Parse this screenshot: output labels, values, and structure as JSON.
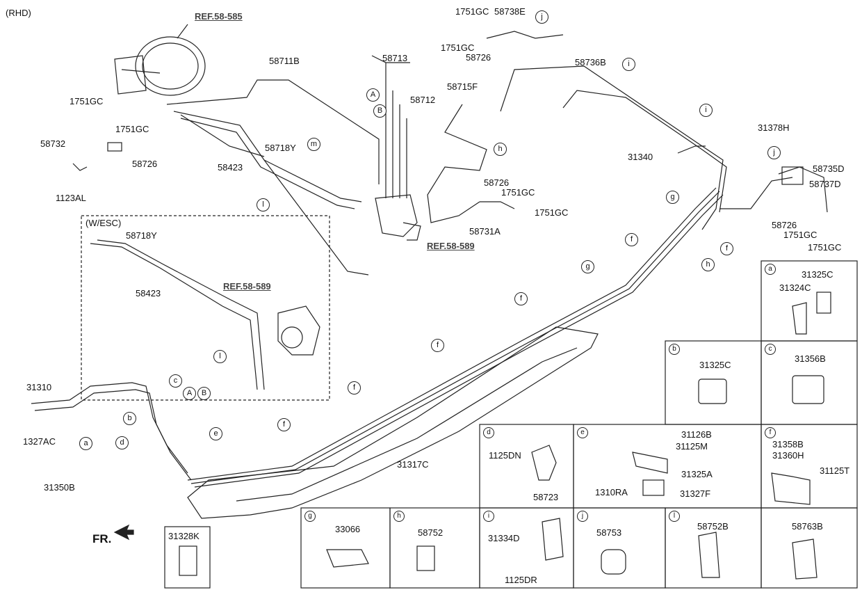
{
  "header": {
    "variant": "(RHD)"
  },
  "refs": {
    "booster": "REF.58-585",
    "abs_module": "REF.58-589",
    "abs_module_esc": "REF.58-589"
  },
  "esc_box_title": "(W/ESC)",
  "fr_label": "FR.",
  "part_labels": {
    "p1751GC_a": "1751GC",
    "p58738E": "58738E",
    "p1751GC_b": "1751GC",
    "p58726_a": "58726",
    "p58713": "58713",
    "p58712": "58712",
    "p58711B": "58711B",
    "p58715F": "58715F",
    "p58736B": "58736B",
    "p1751GC_c": "1751GC",
    "p1751GC_d": "1751GC",
    "p58732": "58732",
    "p58726_b": "58726",
    "p1123AL": "1123AL",
    "p58423": "58423",
    "p58718Y": "58718Y",
    "p58726_c": "58726",
    "p1751GC_e": "1751GC",
    "p1751GC_f": "1751GC",
    "p58731A": "58731A",
    "p31340": "31340",
    "p31378H": "31378H",
    "p58735D": "58735D",
    "p58737D": "58737D",
    "p58726_d": "58726",
    "p1751GC_g": "1751GC",
    "p1751GC_h": "1751GC",
    "p58718Y_esc": "58718Y",
    "p58423_esc": "58423",
    "p31310": "31310",
    "p1327AC": "1327AC",
    "p31350B": "31350B",
    "p31317C": "31317C"
  },
  "callouts": {
    "A1": "A",
    "B1": "B",
    "A2": "A",
    "B2": "B",
    "a": "a",
    "b": "b",
    "c": "c",
    "d": "d",
    "e": "e",
    "f1": "f",
    "f2": "f",
    "f3": "f",
    "f4": "f",
    "f5": "f",
    "f6": "f",
    "g1": "g",
    "g2": "g",
    "h1": "h",
    "h2": "h",
    "i1": "i",
    "i2": "i",
    "j1": "j",
    "j2": "j",
    "m": "m",
    "l1": "l",
    "l2": "l"
  },
  "cells": {
    "a": {
      "letter": "a",
      "labels": [
        "31325C",
        "31324C"
      ]
    },
    "b": {
      "letter": "b",
      "labels": [
        "31325C"
      ]
    },
    "c": {
      "letter": "c",
      "labels": [
        "31356B"
      ]
    },
    "d": {
      "letter": "d",
      "labels": [
        "1125DN",
        "58723"
      ]
    },
    "e": {
      "letter": "e",
      "labels": [
        "31126B",
        "31125M",
        "31325A",
        "1310RA",
        "31327F"
      ]
    },
    "f": {
      "letter": "f",
      "labels": [
        "31358B",
        "31360H",
        "31125T"
      ]
    },
    "g": {
      "letter": "g",
      "labels": [
        "33066"
      ]
    },
    "h": {
      "letter": "h",
      "labels": [
        "58752"
      ]
    },
    "i": {
      "letter": "i",
      "labels": [
        "31334D",
        "1125DR"
      ]
    },
    "j": {
      "letter": "j",
      "labels": [
        "58753"
      ]
    },
    "l": {
      "letter": "l",
      "labels": [
        "58752B"
      ]
    },
    "m": {
      "letter": "",
      "labels": [
        "58763B"
      ]
    },
    "k": {
      "labels": [
        "31328K"
      ]
    }
  }
}
